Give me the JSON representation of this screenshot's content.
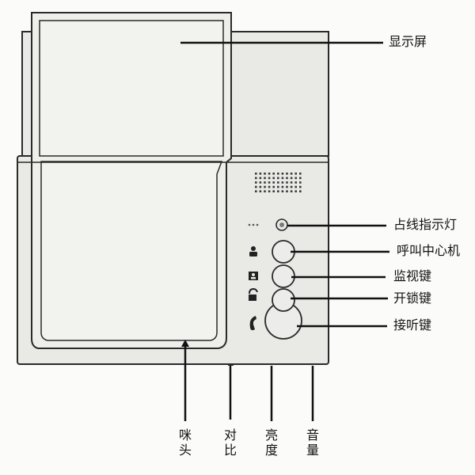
{
  "labels": {
    "display_screen": "显示屏",
    "busy_indicator": "占线指示灯",
    "call_center": "呼叫中心机",
    "monitor_key": "监视键",
    "unlock_key": "开锁键",
    "answer_key": "接听键",
    "microphone": "咪头",
    "contrast": "对比",
    "brightness": "亮度",
    "volume": "音量"
  },
  "icons": {
    "indicator_dots": "...",
    "call_center_icon": "person-icon",
    "monitor_icon": "monitor-icon",
    "unlock_icon": "unlock-icon",
    "answer_icon": "handset-icon"
  },
  "colors": {
    "outline": "#2a2a2a",
    "device_body": "#e9e9e6",
    "background": "#fbfbf9"
  }
}
